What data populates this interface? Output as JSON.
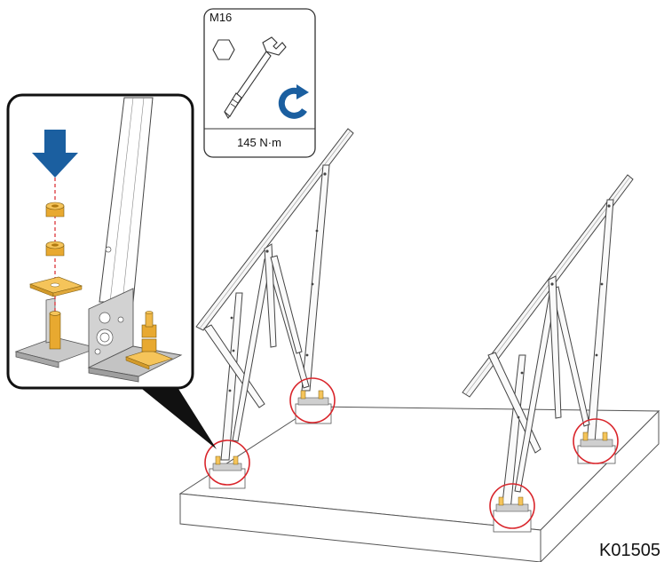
{
  "figure_code": "K01505",
  "tool_panel": {
    "bolt_size": "M16",
    "torque": "145 N·m",
    "icons": [
      "hex-nut-icon",
      "torque-wrench-icon",
      "clockwise-arrow-icon"
    ]
  },
  "colors": {
    "arrow_blue": "#1b5fa0",
    "highlight_red": "#d9252b",
    "part_gold": "#f5c45a",
    "line_dark": "#333333"
  },
  "detail_parts": [
    "hex-nut",
    "hex-nut",
    "square-washer",
    "anchor-bolt",
    "angle-bracket"
  ]
}
